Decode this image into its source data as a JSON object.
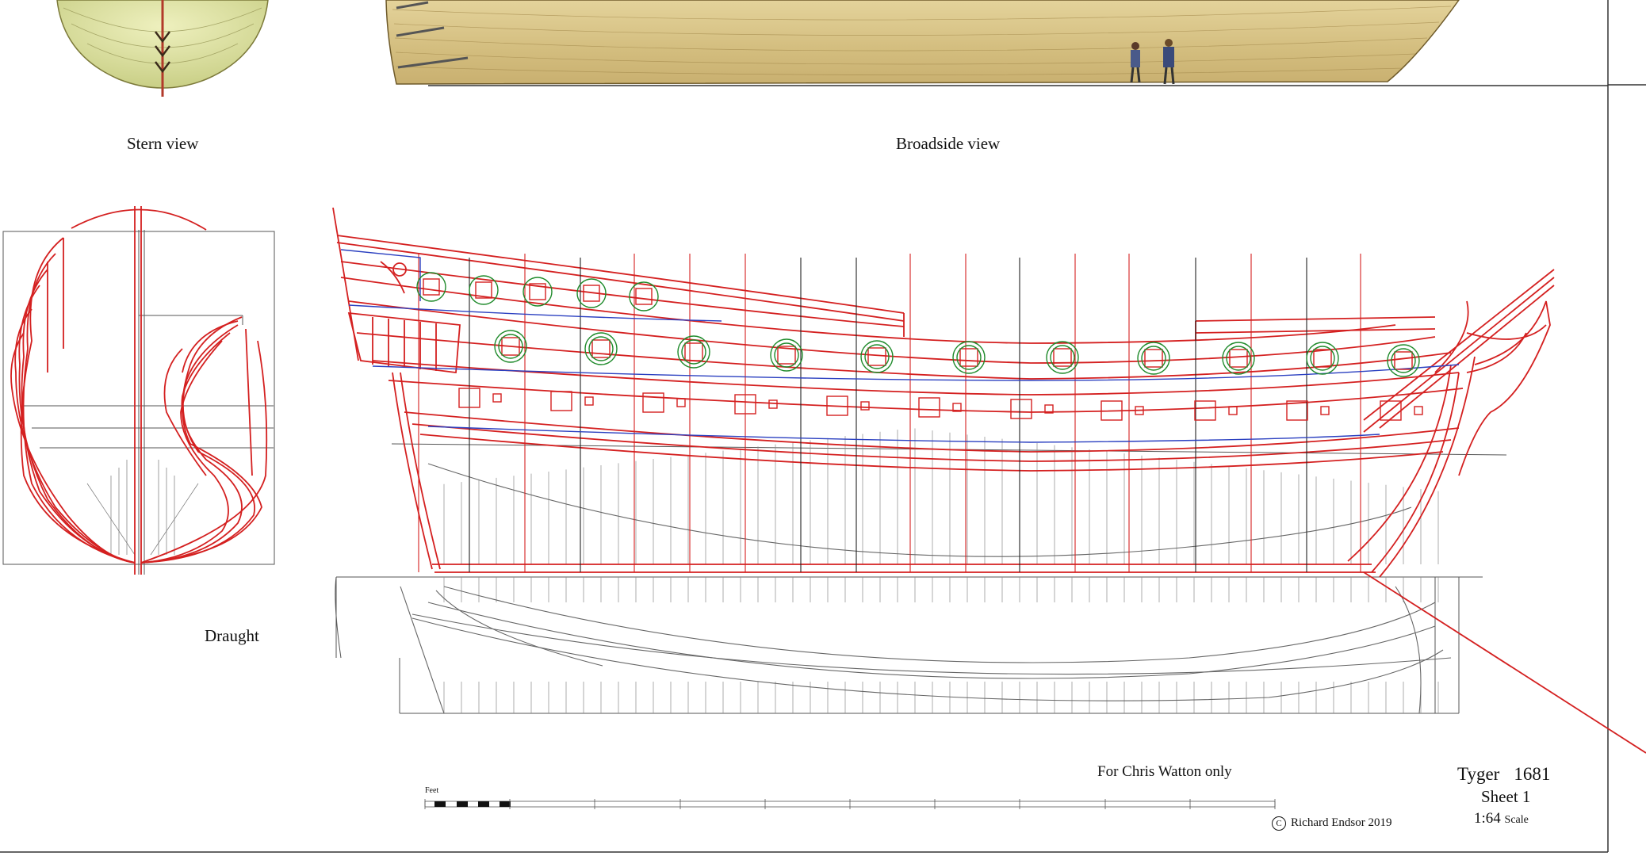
{
  "labels": {
    "stern_view": "Stern view",
    "broadside_view": "Broadside view",
    "draught": "Draught",
    "owner_note": "For Chris Watton only",
    "ship_name": "Tyger",
    "ship_year": "1681",
    "sheet": "Sheet 1",
    "scale_ratio": "1:64",
    "scale_word": "Scale",
    "copyright_symbol": "C",
    "copyright": "Richard Endsor  2019",
    "scale_bar_unit": "Feet"
  },
  "colors": {
    "line_red": "#d42020",
    "line_green": "#1e8a2a",
    "line_blue": "#2a3fc0",
    "line_black": "#222222",
    "hull_paint": "#d8c58a",
    "stern_paint": "#e2e6a8"
  }
}
